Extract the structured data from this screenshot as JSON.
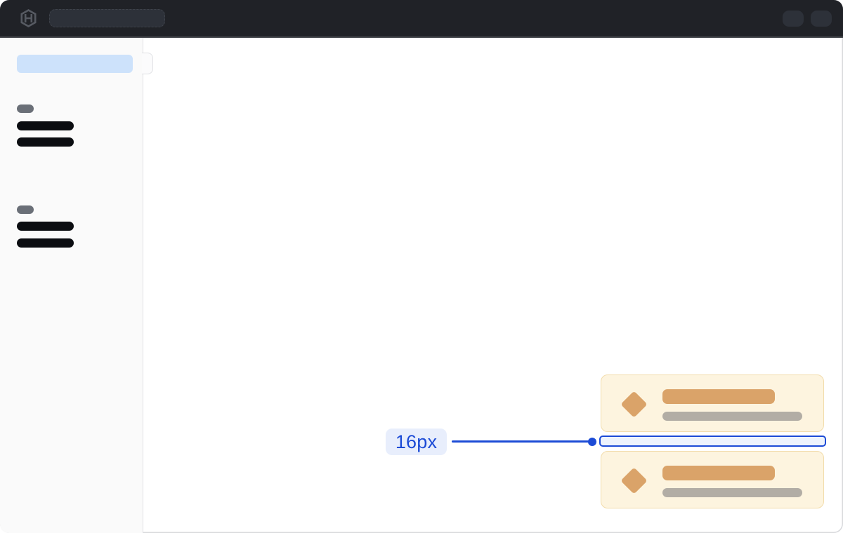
{
  "window": {
    "border_color": "#d8d9dc",
    "background": "#ffffff"
  },
  "topbar": {
    "background": "#202227",
    "logo_icon": "hashicorp-logo-icon",
    "logo_color": "#565a62",
    "search_placeholder_color": "#2d3139",
    "action_placeholder_color": "#2d3139",
    "action_placeholder_count": 2
  },
  "sidenav": {
    "background": "#fafafa",
    "active_item_color": "#cde2fb",
    "group_label_color": "#6a6f77",
    "item_bar_color": "#0b0d11",
    "group_count": 2,
    "items_per_group": 2,
    "toggle": "sidenav-toggle-notch"
  },
  "cards": {
    "count": 2,
    "background": "#fdf4df",
    "border_color": "#f2dcab",
    "icon": "diamond-icon",
    "icon_color": "#daa369",
    "title_bar_color": "#daa369",
    "subtitle_bar_color": "#b2ada5"
  },
  "annotation": {
    "label": "16px",
    "accent_color": "#1c4bd6",
    "label_background": "#e8eefc",
    "gap_box_fill": "#edf3fd"
  }
}
